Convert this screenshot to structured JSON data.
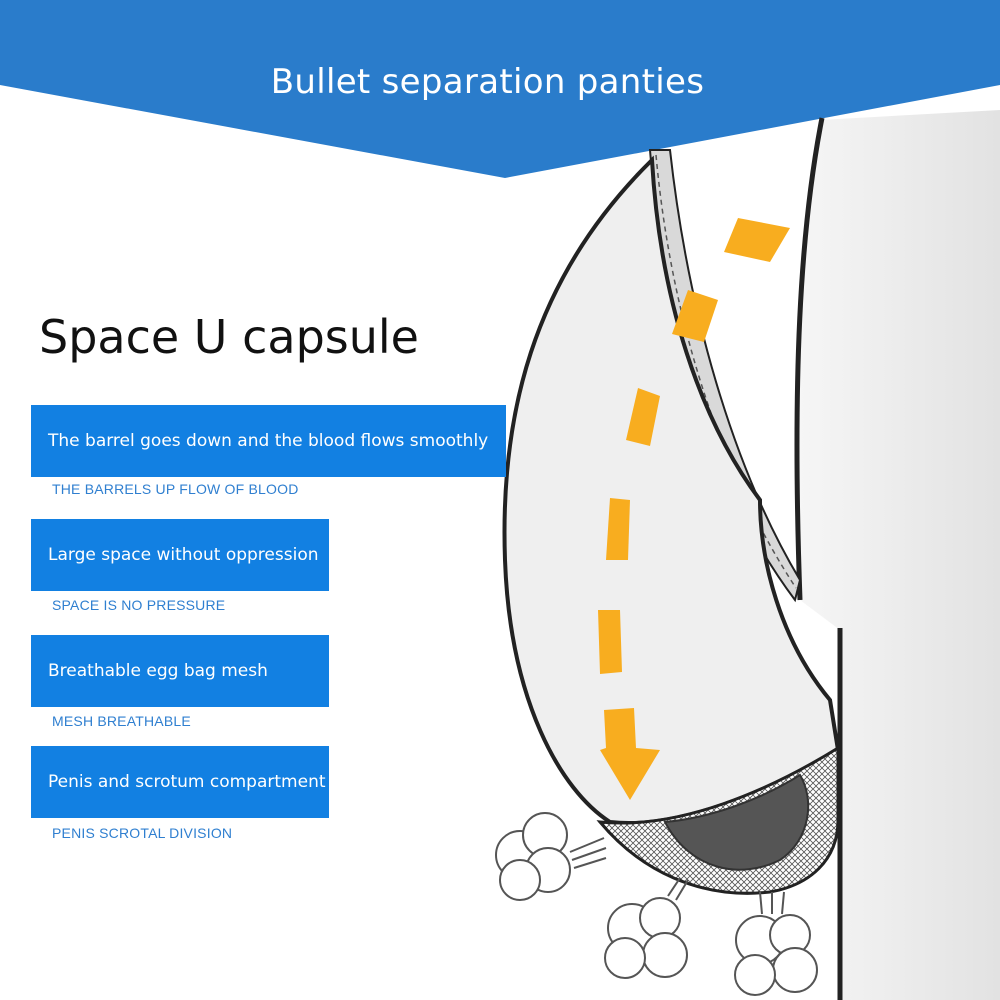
{
  "theme": {
    "blue": "#2a7ccb",
    "box_blue": "#1280e2",
    "sub_text": "#2f7fd0",
    "arrow_orange": "#f8ad1f"
  },
  "banner": {
    "title": "Bullet separation panties"
  },
  "heading": "Space U capsule",
  "features": [
    {
      "title": "The barrel goes down and the blood flows smoothly",
      "subtitle": "THE BARRELS UP FLOW OF BLOOD"
    },
    {
      "title": "Large space without oppression",
      "subtitle": "SPACE IS NO PRESSURE"
    },
    {
      "title": "Breathable egg bag mesh",
      "subtitle": "MESH BREATHABLE"
    },
    {
      "title": "Penis and scrotum compartment",
      "subtitle": "PENIS SCROTAL DIVISION"
    }
  ],
  "icons": [
    "dashed-arrow-icon",
    "air-puff-icon",
    "mesh-pouch-icon"
  ]
}
